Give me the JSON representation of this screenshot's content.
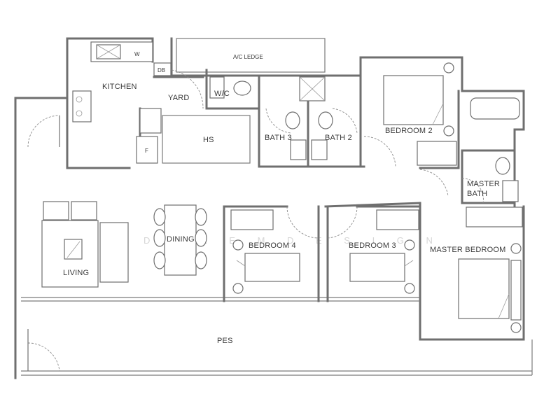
{
  "rooms": {
    "ac_ledge": "A/C LEDGE",
    "db": "DB",
    "washer": "W",
    "kitchen": "KITCHEN",
    "yard": "YARD",
    "wc": "W/C",
    "hs": "HS",
    "fridge": "F",
    "bath3": "BATH 3",
    "bath2": "BATH 2",
    "bedroom2": "BEDROOM 2",
    "master_bath_line1": "MASTER",
    "master_bath_line2": "BATH",
    "dining": "DINING",
    "living": "LIVING",
    "bedroom4": "BEDROOM 4",
    "bedroom3": "BEDROOM 3",
    "master_bedroom": "MASTER BEDROOM",
    "pes": "PES"
  },
  "watermark": "D R E E M D E S I G N",
  "colors": {
    "wall": "#6f6f6f",
    "text": "#3a3a3a",
    "watermark": "#d6d6d6"
  }
}
